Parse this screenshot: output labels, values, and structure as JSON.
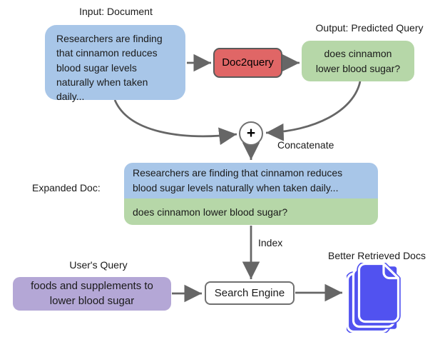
{
  "diagram": {
    "input_label": "Input: Document",
    "input_doc_text": "Researchers are finding that cinnamon reduces blood sugar levels naturally when taken daily...",
    "model_label": "Doc2query",
    "output_label": "Output: Predicted Query",
    "predicted_query_text": "does cinnamon lower blood sugar?",
    "concatenate_symbol": "+",
    "concatenate_label": "Concatenate",
    "expanded_doc_label": "Expanded Doc:",
    "expanded_doc_text": "Researchers are finding that cinnamon reduces blood sugar levels naturally when taken daily...",
    "expanded_query_text": "does cinnamon lower blood sugar?",
    "index_label": "Index",
    "users_query_label": "User's Query",
    "users_query_text": "foods and supplements to lower blood sugar",
    "search_engine_label": "Search Engine",
    "retrieved_docs_label": "Better Retrieved Docs",
    "colors": {
      "document_blue": "#a8c6e8",
      "query_green": "#b6d7a8",
      "model_red": "#e06666",
      "model_border": "#5b5b5b",
      "user_query_purple": "#b4a7d6",
      "doc_icon_blue": "#5152f0",
      "arrow_gray": "#666666",
      "outline_gray": "#707070"
    }
  }
}
